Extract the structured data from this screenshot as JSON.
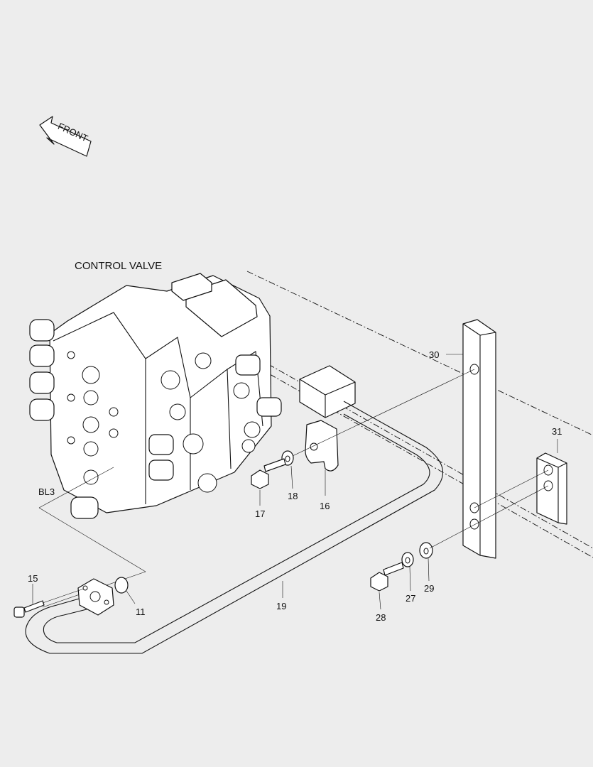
{
  "direction_arrow": {
    "text": "FRONT",
    "icon": "front-arrow-icon"
  },
  "assembly": {
    "name": "CONTROL VALVE"
  },
  "callouts": {
    "bl3": "BL3",
    "p11": "11",
    "p15": "15",
    "p16": "16",
    "p17": "17",
    "p18": "18",
    "p19": "19",
    "p27": "27",
    "p28": "28",
    "p29": "29",
    "p30": "30",
    "p31": "31"
  },
  "colors": {
    "background": "#ededed",
    "line": "#111111",
    "part_fill": "#ffffff"
  }
}
